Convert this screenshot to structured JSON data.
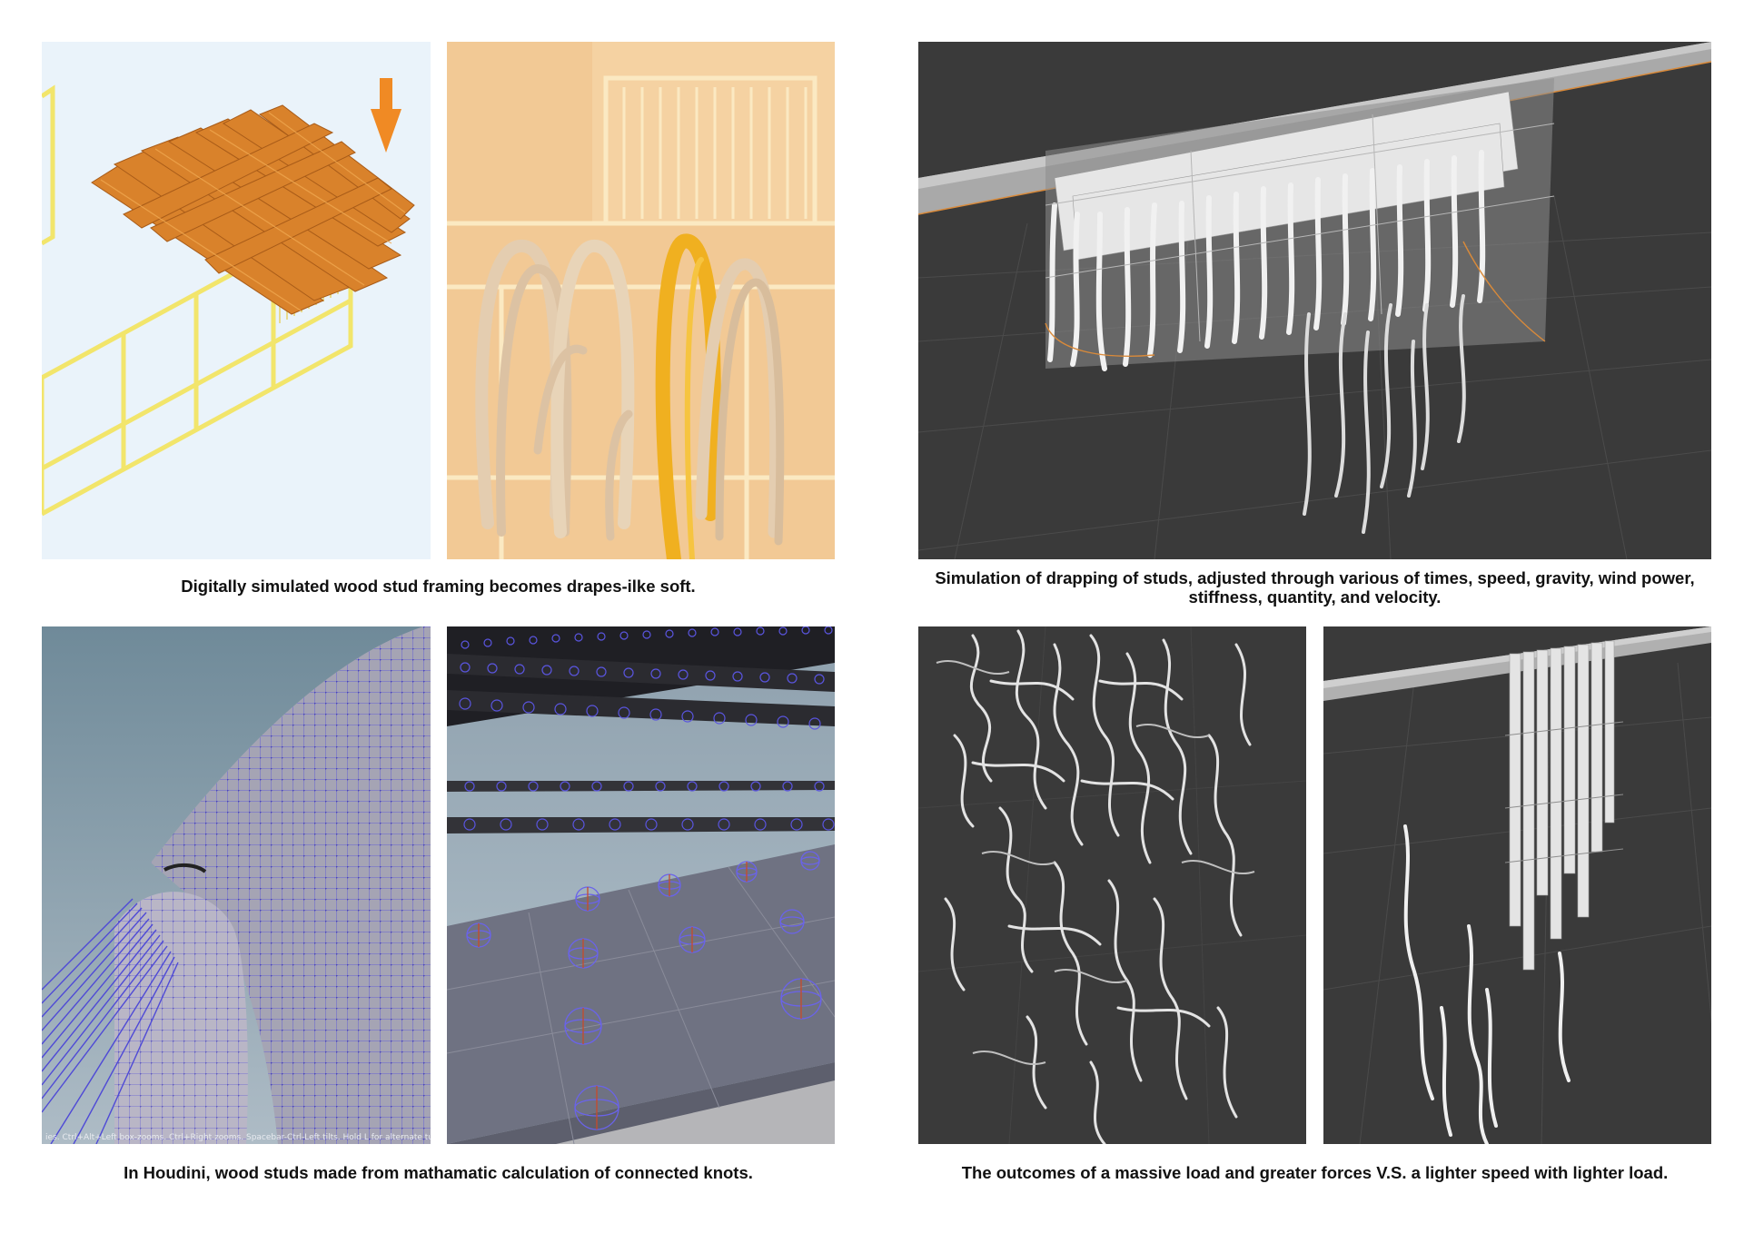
{
  "captions": {
    "top_left": "Digitally simulated wood stud framing becomes drapes-ilke soft.",
    "top_right_line1": "Simulation of drapping of studs, adjusted through various of times, speed, gravity, wind power,",
    "top_right_line2": "stiffness, quantity, and velocity.",
    "bottom_left": "In Houdini, wood studs made from mathamatic calculation of connected knots.",
    "bottom_right": "The outcomes of a massive load and greater forces V.S. a lighter speed with lighter load."
  },
  "viewport": {
    "status_text": "ies. Ctrl+Alt+Left box-zooms. Ctrl+Right zooms. Spacebar-Ctrl-Left tilts. Hold L for alternate tumble, dolly, and zoom."
  },
  "colors": {
    "accent_orange": "#f08a24",
    "wood": "#d9822b",
    "frame_yellow": "#f2e56b",
    "sim_background": "#3a3a3a",
    "mesh_blue": "#5a55d8"
  },
  "icons": {
    "drop_arrow": "arrow-down-icon"
  }
}
